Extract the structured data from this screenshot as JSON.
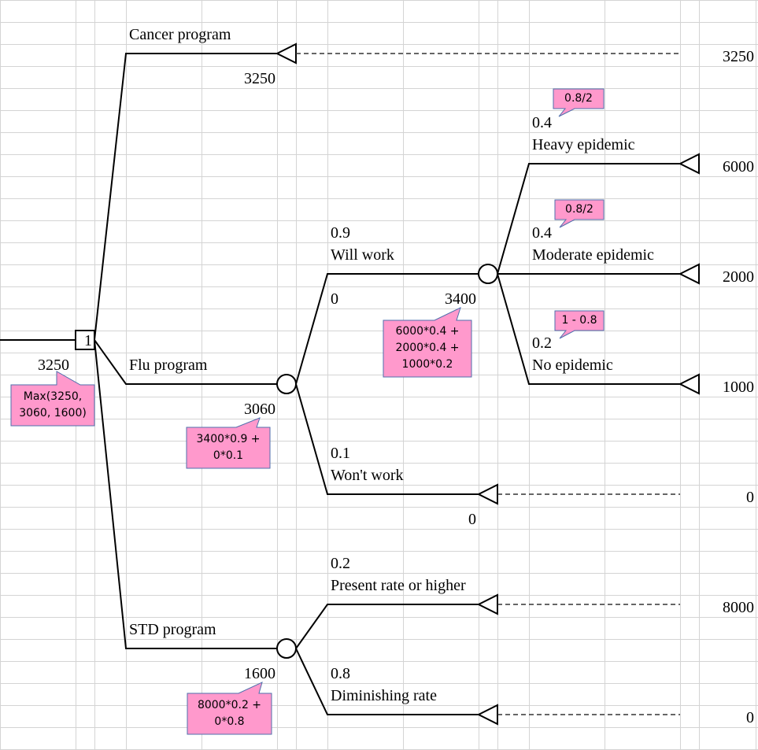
{
  "colors": {
    "grid": "#d4d4d4",
    "line": "#000000",
    "callout_fill": "#ff99cc",
    "callout_border": "#4f6fad"
  },
  "decision_node": {
    "id_label": "1",
    "value": "3250",
    "callout": "Max(3250,\n3060, 1600)"
  },
  "branches": {
    "cancer": {
      "label": "Cancer program",
      "value": "3250",
      "payoff": "3250"
    },
    "flu": {
      "label": "Flu program",
      "value": "3060",
      "callout": "3400*0.9 +\n0*0.1",
      "will_work": {
        "prob": "0.9",
        "label": "Will work",
        "cost": "0",
        "value": "3400",
        "callout": "6000*0.4 +\n2000*0.4 +\n1000*0.2",
        "outcomes": [
          {
            "prob": "0.4",
            "label": "Heavy epidemic",
            "payoff": "6000",
            "callout": "0.8/2"
          },
          {
            "prob": "0.4",
            "label": "Moderate epidemic",
            "payoff": "2000",
            "callout": "0.8/2"
          },
          {
            "prob": "0.2",
            "label": "No epidemic",
            "payoff": "1000",
            "callout": "1 - 0.8"
          }
        ]
      },
      "wont_work": {
        "prob": "0.1",
        "label": "Won't work",
        "value": "0",
        "payoff": "0"
      }
    },
    "std": {
      "label": "STD program",
      "value": "1600",
      "callout": "8000*0.2 +\n0*0.8",
      "outcomes": [
        {
          "prob": "0.2",
          "label": "Present rate or higher",
          "payoff": "8000"
        },
        {
          "prob": "0.8",
          "label": "Diminishing rate",
          "payoff": "0"
        }
      ]
    }
  }
}
